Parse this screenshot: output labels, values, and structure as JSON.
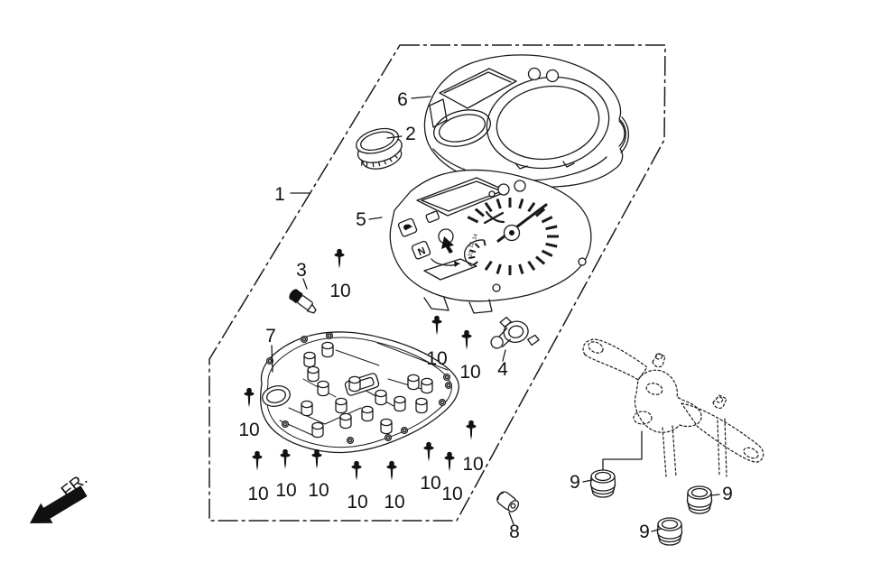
{
  "figure": {
    "type": "exploded-parts-diagram",
    "subject": "speedometer-meter-assembly",
    "direction_label": "FR.",
    "colors": {
      "background": "#ffffff",
      "line": "#1a1a1a"
    },
    "callouts": {
      "p1": {
        "label": "1",
        "part": "meter-assembly-boundary"
      },
      "p2": {
        "label": "2",
        "part": "ring-grommet"
      },
      "p3": {
        "label": "3",
        "part": "bulb"
      },
      "p4": {
        "label": "4",
        "part": "bulb-socket"
      },
      "p5": {
        "label": "5",
        "part": "meter-panel"
      },
      "p6": {
        "label": "6",
        "part": "upper-cover"
      },
      "p7": {
        "label": "7",
        "part": "lower-cover-plate"
      },
      "p8": {
        "label": "8",
        "part": "knob"
      },
      "p9": {
        "label": "9",
        "part": "mount-cushion",
        "count": 3
      },
      "p10": {
        "label": "10",
        "part": "tapping-screw",
        "count": 12
      }
    },
    "meter_face": {
      "neutral_indicator": "N",
      "sub_dial_numbers": [
        "14",
        "12",
        "10"
      ]
    }
  }
}
